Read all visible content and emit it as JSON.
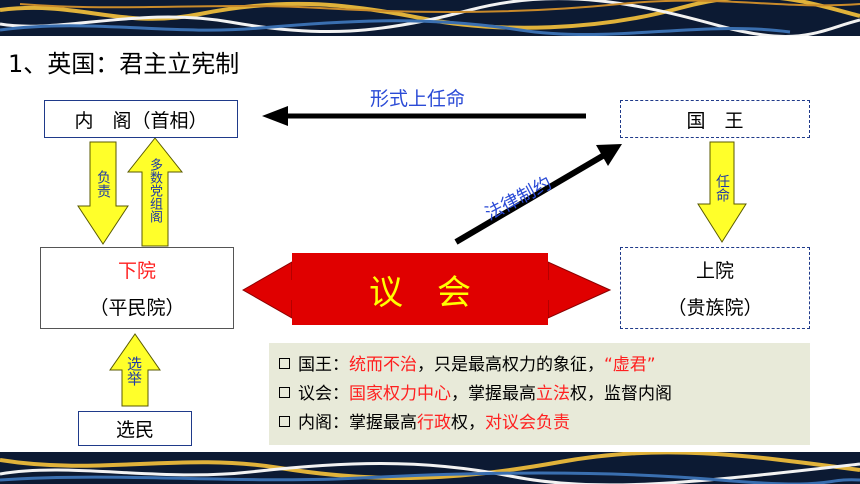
{
  "title": "1、英国：君主立宪制",
  "boxes": {
    "cabinet": "内　阁（首相）",
    "king": "国　王",
    "lower_house": "下院",
    "lower_house_sub": "（平民院）",
    "upper_house": "上院",
    "upper_house_sub": "（贵族院）",
    "voters": "选民",
    "parliament": "议　会"
  },
  "arrows": {
    "formal_appoint": "形式上任命",
    "legal_check": "法律制约",
    "responsible": "负责",
    "majority_party": "多数党组阁",
    "appoint": "任命",
    "elect": "选举"
  },
  "notes": [
    {
      "prefix": "国王：",
      "red": "统而不治",
      "mid": "，只是最高权力的象征，",
      "red2": "“虚君”",
      "tail": ""
    },
    {
      "prefix": "议会：",
      "red": "国家权力中心",
      "mid": "，掌握最高",
      "red2": "立法",
      "tail": "权，监督内阁"
    },
    {
      "prefix": "内阁：掌握最高",
      "red": "行政",
      "mid": "权，",
      "red2": "对议会负责",
      "tail": ""
    }
  ],
  "colors": {
    "accent_blue": "#1f3a8a",
    "red": "#e00000",
    "yellow": "#ffff00",
    "note_bg": "#e8ead9"
  }
}
